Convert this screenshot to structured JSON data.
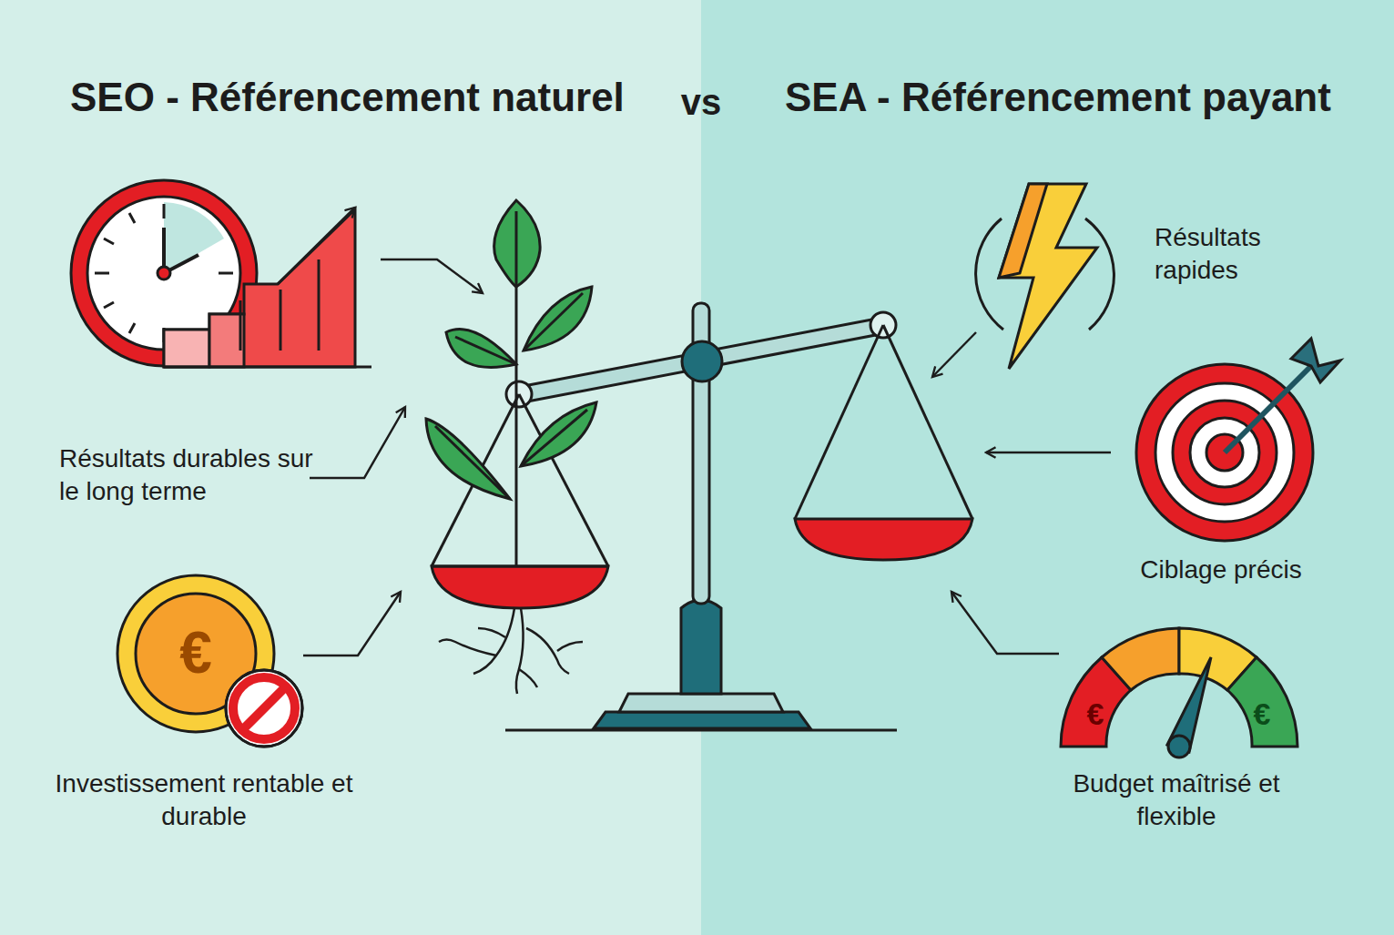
{
  "diagram": {
    "labels": [
      "SEO - Référencement naturel",
      "vs",
      "SEA - Référencement payant",
      "Résultats durables sur le long terme",
      "€",
      "Investissement rentable et durable",
      "Résultats rapides",
      "Ciblage précis",
      "€",
      "€",
      "Budget maîtrisé et flexible"
    ]
  }
}
